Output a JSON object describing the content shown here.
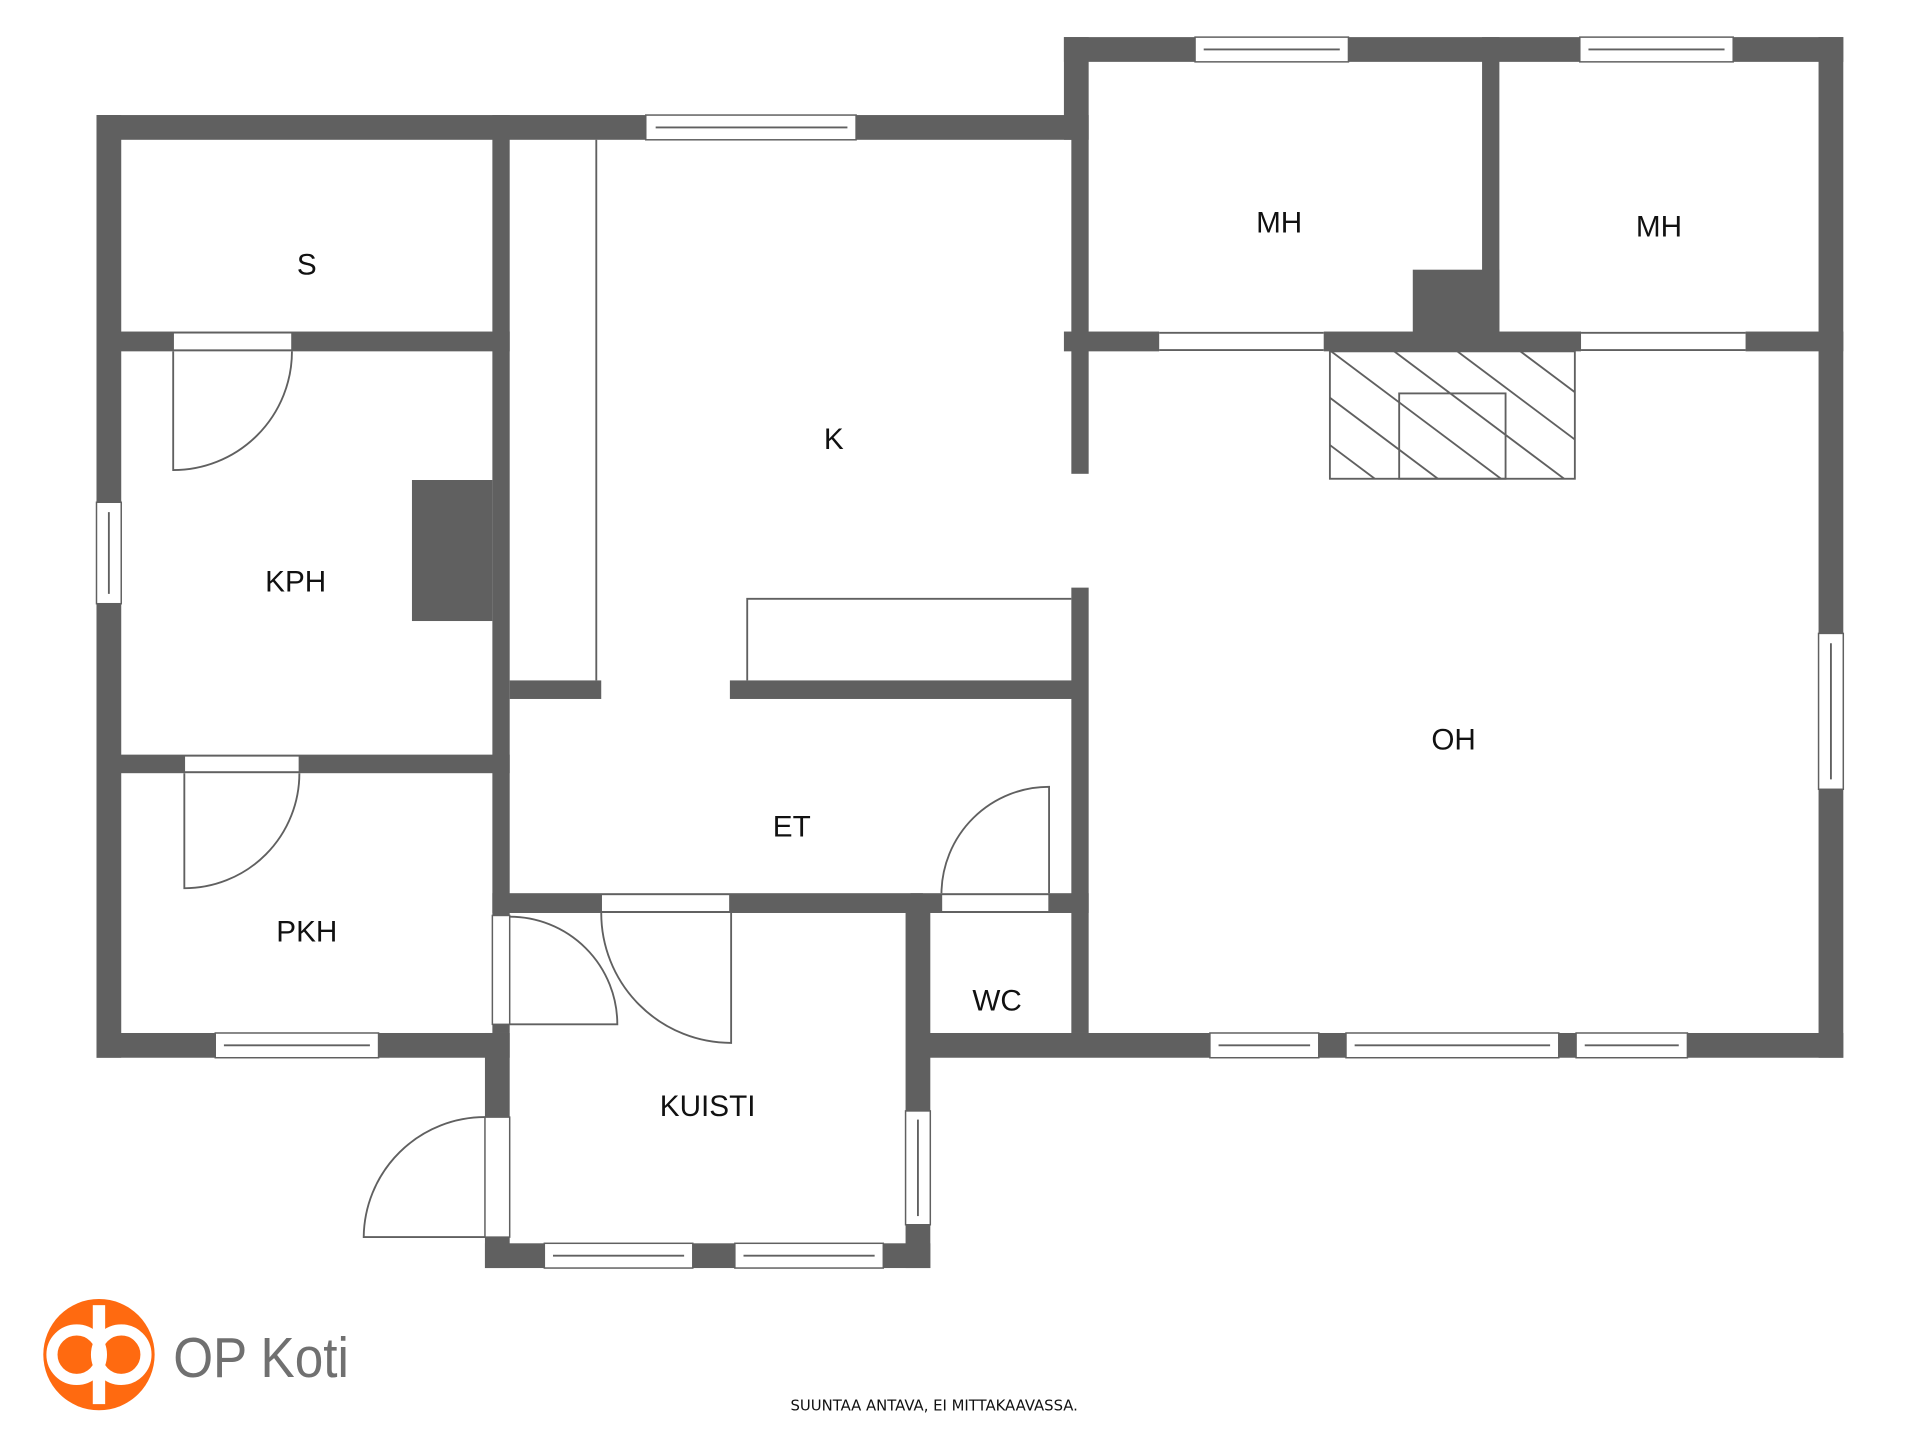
{
  "rooms": {
    "s": "S",
    "kph": "KPH",
    "pkh": "PKH",
    "k": "K",
    "et": "ET",
    "kuisti": "KUISTI",
    "wc": "WC",
    "mh1": "MH",
    "mh2": "MH",
    "oh": "OH"
  },
  "footer": {
    "note": "SUUNTAA ANTAVA, EI MITTAKAAVASSA.",
    "logo_text": "OP Koti"
  },
  "colors": {
    "wall": "#606060",
    "brand": "#ff6a10"
  }
}
